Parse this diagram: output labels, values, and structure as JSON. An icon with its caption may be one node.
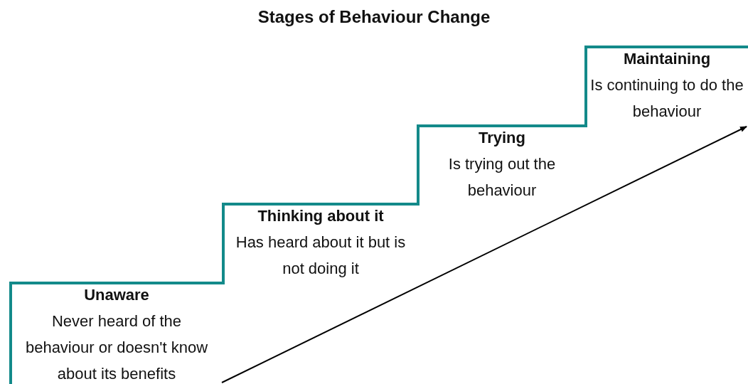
{
  "diagram": {
    "title": "Stages of Behaviour Change",
    "nodes": [
      {
        "text": [
          "Unaware",
          "Never heard of the behaviour or doesn't know about its benefits"
        ]
      },
      {
        "text": [
          "Thinking about it",
          "Has heard about it but is not doing it"
        ]
      },
      {
        "text": [
          "Trying",
          "Is trying out the behaviour"
        ]
      },
      {
        "text": [
          "Maintaining",
          "Is continuing to do the behaviour"
        ]
      }
    ],
    "edges": []
  }
}
